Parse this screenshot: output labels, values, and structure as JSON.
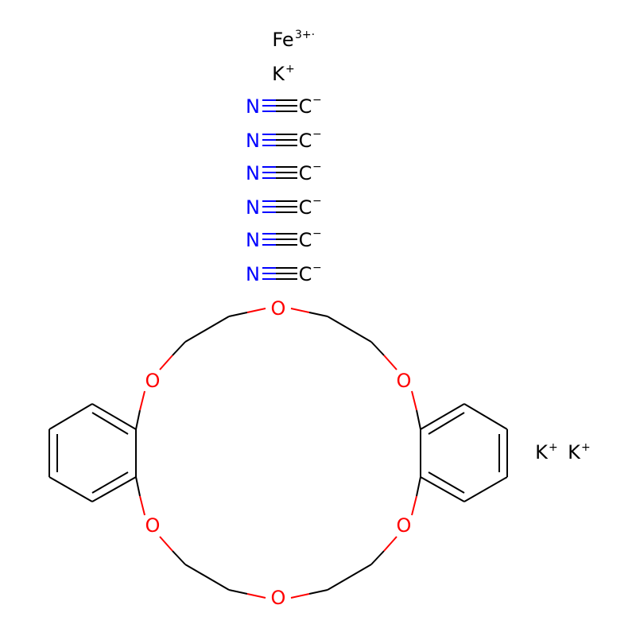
{
  "diagram": {
    "type": "chemical-structure",
    "colors": {
      "bond": "#000000",
      "carbon": "#000000",
      "nitrogen": "#0000ff",
      "oxygen": "#ff0000",
      "metal": "#000000",
      "background": "#ffffff"
    },
    "ions": {
      "iron": {
        "symbol": "Fe",
        "charge": "3+·"
      },
      "potassium_top": {
        "symbol": "K",
        "charge": "+"
      },
      "potassium_right_1": {
        "symbol": "K",
        "charge": "+"
      },
      "potassium_right_2": {
        "symbol": "K",
        "charge": "+"
      }
    },
    "cyanides": [
      {
        "n": "N",
        "c": "C",
        "charge": "−"
      },
      {
        "n": "N",
        "c": "C",
        "charge": "−"
      },
      {
        "n": "N",
        "c": "C",
        "charge": "−"
      },
      {
        "n": "N",
        "c": "C",
        "charge": "−"
      },
      {
        "n": "N",
        "c": "C",
        "charge": "−"
      },
      {
        "n": "N",
        "c": "C",
        "charge": "−"
      }
    ],
    "crown_ether": {
      "oxygen_label": "O",
      "oxygen_count": 6,
      "benzene_rings": 2
    }
  }
}
